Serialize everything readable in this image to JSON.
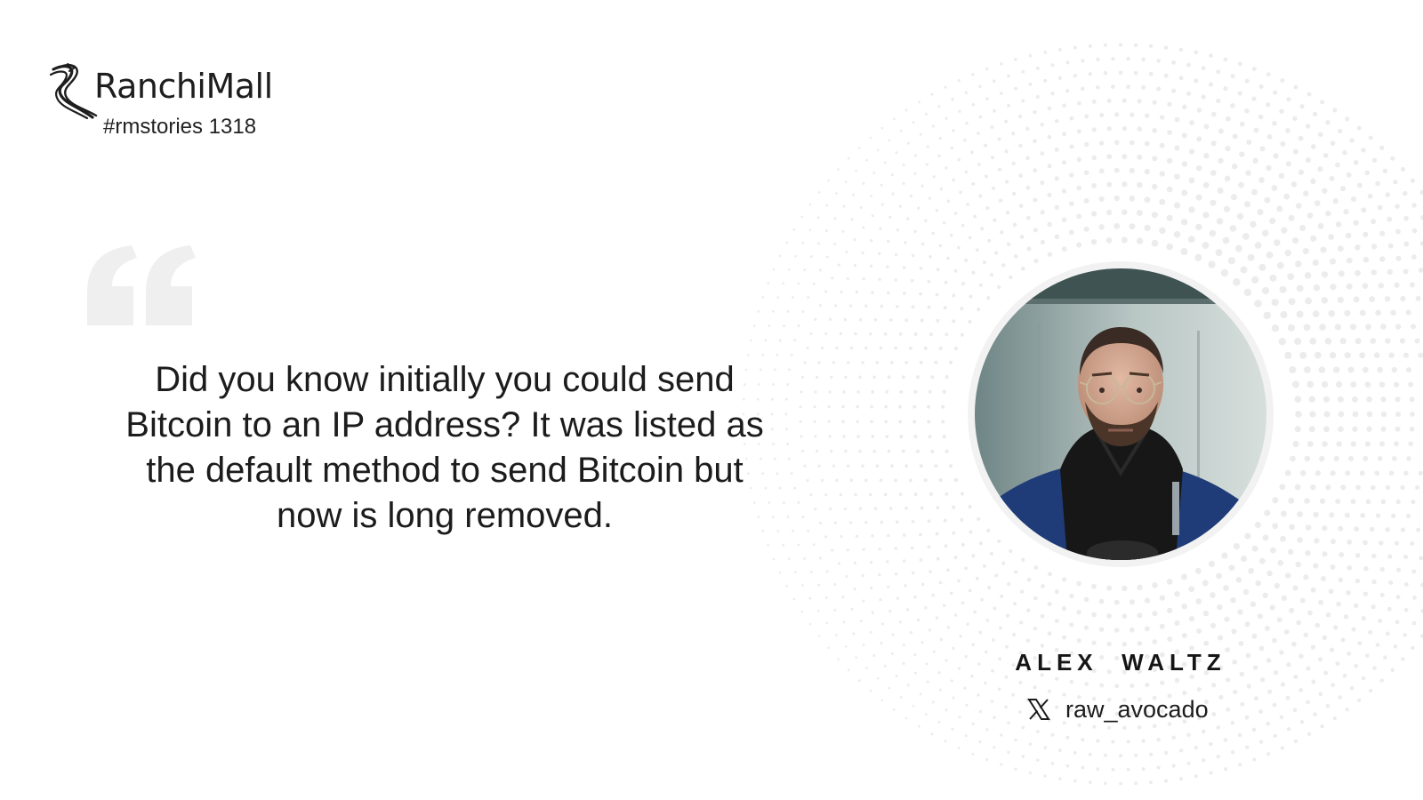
{
  "brand": {
    "name": "RanchiMall",
    "hashtag": "#rmstories 1318",
    "logo_icon": "ranchimall-logo-icon"
  },
  "quote": {
    "icon": "quote-mark-icon",
    "text": "Did you know initially you could send Bitcoin to an IP address? It was listed as the default method to send Bitcoin but now is long removed."
  },
  "person": {
    "name": "ALEX  WALTZ",
    "social_icon": "x-logo-icon",
    "handle": "raw_avocado",
    "photo": "portrait-photo"
  },
  "colors": {
    "background": "#ffffff",
    "text": "#1c1c1c",
    "quote_mark": "#efefef",
    "halftone_dots": "#ececec",
    "avatar_ring": "#f2f2f2"
  }
}
